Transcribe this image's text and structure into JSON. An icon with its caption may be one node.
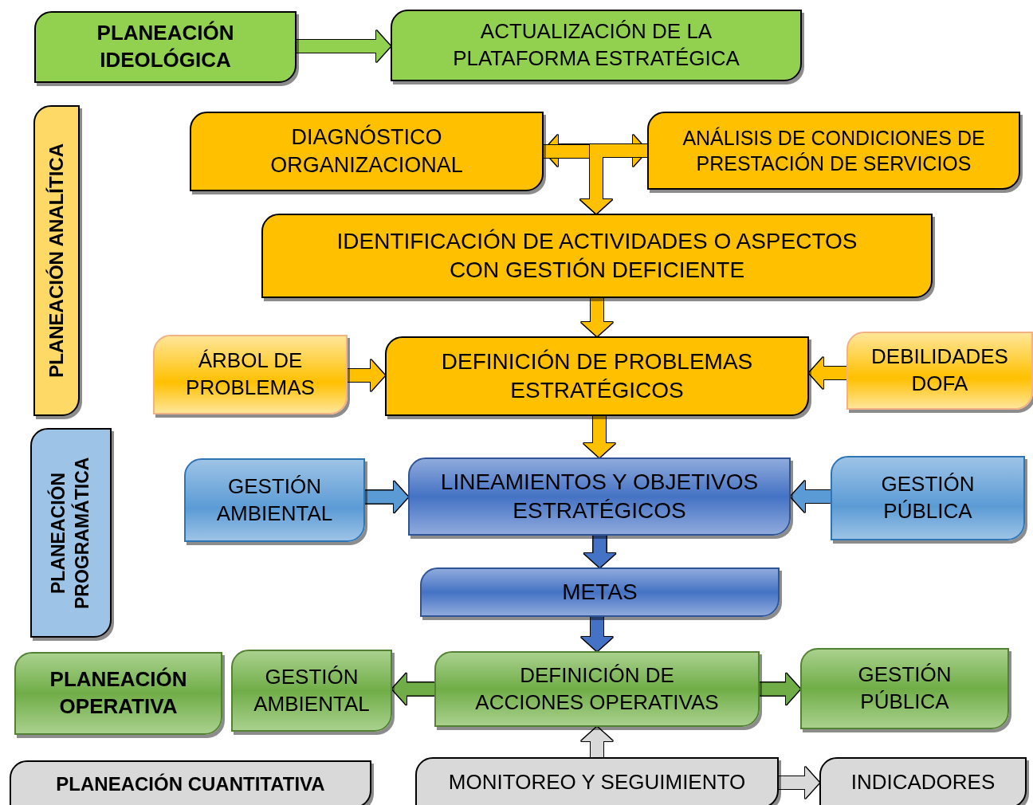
{
  "diagram": {
    "nodes": [
      {
        "text": [
          "PLANEACIÓN IDEOLÓGICA"
        ]
      },
      {
        "text": [
          "ACTUALIZACIÓN DE LA PLATAFORMA ESTRATÉGICA"
        ]
      },
      {
        "text": [
          "PLANEACIÓN ANALÍTICA"
        ]
      },
      {
        "text": [
          "DIAGNÓSTICO ORGANIZACIONAL"
        ]
      },
      {
        "text": [
          "ANÁLISIS DE CONDICIONES DE PRESTACIÓN DE SERVICIOS"
        ]
      },
      {
        "text": [
          "IDENTIFICACIÓN DE ACTIVIDADES O ASPECTOS CON GESTIÓN DEFICIENTE"
        ]
      },
      {
        "text": [
          "ÁRBOL DE PROBLEMAS"
        ]
      },
      {
        "text": [
          "DEFINICIÓN DE PROBLEMAS ESTRATÉGICOS"
        ]
      },
      {
        "text": [
          "DEBILIDADES DOFA"
        ]
      },
      {
        "text": [
          "PLANEACIÓN PROGRAMÁTICA"
        ]
      },
      {
        "text": [
          "GESTIÓN AMBIENTAL"
        ]
      },
      {
        "text": [
          "LINEAMIENTOS Y OBJETIVOS ESTRATÉGICOS"
        ]
      },
      {
        "text": [
          "GESTIÓN PÚBLICA"
        ]
      },
      {
        "text": [
          "METAS"
        ]
      },
      {
        "text": [
          "PLANEACIÓN OPERATIVA"
        ]
      },
      {
        "text": [
          "GESTIÓN AMBIENTAL"
        ]
      },
      {
        "text": [
          "DEFINICIÓN DE ACCIONES OPERATIVAS"
        ]
      },
      {
        "text": [
          "GESTIÓN PÚBLICA"
        ]
      },
      {
        "text": [
          "PLANEACIÓN CUANTITATIVA"
        ]
      },
      {
        "text": [
          "MONITOREO Y SEGUIMIENTO"
        ]
      },
      {
        "text": [
          "INDICADORES"
        ]
      }
    ],
    "edges": [
      {
        "from": 0,
        "to": 1,
        "arrow": "to",
        "color": "#92d050"
      },
      {
        "from": 3,
        "to": 4,
        "arrow": "both"
      },
      {
        "from": 3,
        "to": 5,
        "arrow": "to"
      },
      {
        "from": 4,
        "to": 5,
        "arrow": "to"
      },
      {
        "from": 5,
        "to": 7,
        "arrow": "to"
      },
      {
        "from": 6,
        "to": 7,
        "arrow": "to"
      },
      {
        "from": 8,
        "to": 7,
        "arrow": "to"
      },
      {
        "from": 7,
        "to": 11,
        "arrow": "to"
      },
      {
        "from": 10,
        "to": 11,
        "arrow": "to",
        "color": "#5b9bd5"
      },
      {
        "from": 12,
        "to": 11,
        "arrow": "to",
        "color": "#5b9bd5"
      },
      {
        "from": 11,
        "to": 13,
        "arrow": "to",
        "color": "#4472c4"
      },
      {
        "from": 13,
        "to": 16,
        "arrow": "to",
        "color": "#4472c4"
      },
      {
        "from": 16,
        "to": 15,
        "arrow": "to",
        "color": "#70ad47"
      },
      {
        "from": 16,
        "to": 17,
        "arrow": "to",
        "color": "#70ad47"
      },
      {
        "from": 19,
        "to": 16,
        "arrow": "to",
        "color": "#d9d9d9"
      },
      {
        "from": 19,
        "to": 20,
        "arrow": "to",
        "color": "#d9d9d9"
      }
    ]
  }
}
